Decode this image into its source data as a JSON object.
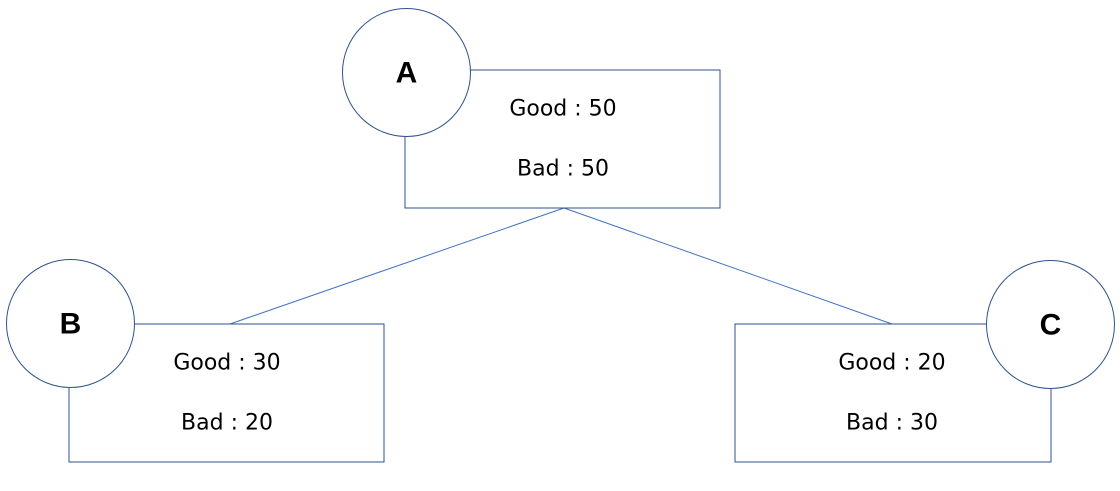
{
  "colors": {
    "node_stroke": "#2f528f",
    "edge_stroke": "#4472c4",
    "text": "#000000",
    "background": "#ffffff"
  },
  "nodes": {
    "a": {
      "label": "A",
      "good": "Good : 50",
      "bad": "Bad : 50"
    },
    "b": {
      "label": "B",
      "good": "Good : 30",
      "bad": "Bad : 20"
    },
    "c": {
      "label": "C",
      "good": "Good : 20",
      "bad": "Bad : 30"
    }
  },
  "edges": [
    {
      "from": "A",
      "to": "B"
    },
    {
      "from": "A",
      "to": "C"
    }
  ]
}
